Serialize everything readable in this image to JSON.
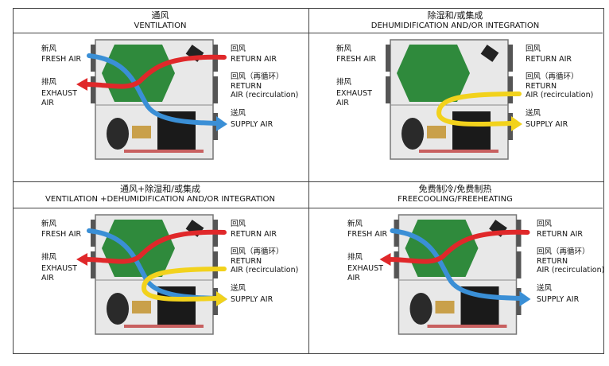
{
  "panels": [
    {
      "title_cn": "通风",
      "title_en": "VENTILATION",
      "flows": [
        "blue",
        "red"
      ]
    },
    {
      "title_cn": "除湿和/或集成",
      "title_en": "DEHUMIDIFICATION AND/OR INTEGRATION",
      "flows": [
        "yellow"
      ]
    },
    {
      "title_cn": "通风+除湿和/或集成",
      "title_en": "VENTILATION +DEHUMIDIFICATION AND/OR INTEGRATION",
      "flows": [
        "blue",
        "red",
        "yellow"
      ]
    },
    {
      "title_cn": "免费制冷/免费制热",
      "title_en": "FREECOOLING/FREEHEATING",
      "flows": [
        "blue",
        "red"
      ]
    }
  ],
  "labels": {
    "fresh_cn": "新风",
    "fresh_en": "FRESH AIR",
    "exhaust_cn": "排风",
    "exhaust_en1": "EXHAUST",
    "exhaust_en2": "AIR",
    "return_cn": "回风",
    "return_en": "RETURN AIR",
    "recirc_cn": "回风（再循环）",
    "recirc_en1": "RETURN",
    "recirc_en2": "AIR (recirculation)",
    "supply_cn": "送风",
    "supply_en": "SUPPLY AIR"
  },
  "colors": {
    "blue": "#3a8fd6",
    "red": "#e0282a",
    "yellow": "#f2d21c",
    "green": "#2f8a3c"
  }
}
